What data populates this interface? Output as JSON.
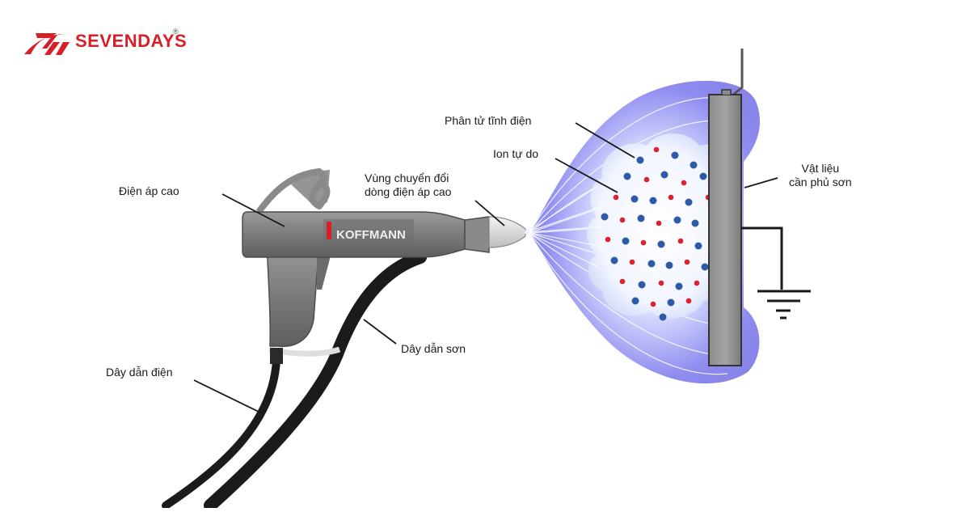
{
  "brand": {
    "name": "SEVENDAYS",
    "registered_mark": "®"
  },
  "gun": {
    "brand_text": "KOFFMANN"
  },
  "labels": {
    "high_voltage": "Điện áp cao",
    "conversion_zone": "Vùng chuyển đổi\ndòng điện áp cao",
    "electrostatic_particles": "Phân tử tĩnh điện",
    "free_ions": "Ion tự do",
    "coated_material": "Vật liệu\ncần phủ sơn",
    "paint_hose": "Dây dẫn sơn",
    "power_cable": "Dây dẫn điện"
  },
  "colors": {
    "brand_red": "#d61f26",
    "field_purple": "#7b76e6",
    "ion_red": "#e0202a",
    "particle_blue": "#2f5aa8",
    "gun_gray": "#7a7a7a",
    "hose_black": "#1b1b1b"
  }
}
